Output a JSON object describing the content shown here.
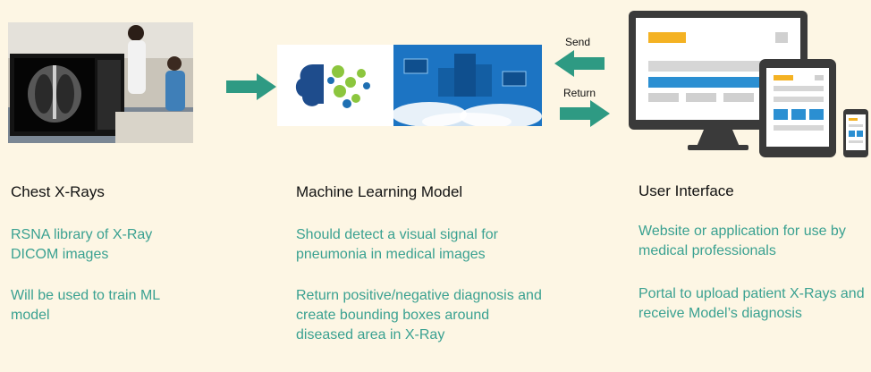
{
  "columns": {
    "xray": {
      "title": "Chest X-Rays",
      "desc1": "RSNA library of X-Ray DICOM images",
      "desc2": "Will be used to train ML model"
    },
    "ml": {
      "title": "Machine Learning Model",
      "desc1": "Should detect a visual signal for pneumonia in medical images",
      "desc2": "Return positive/negative diagnosis and create bounding boxes around diseased area in X-Ray"
    },
    "ui": {
      "title": "User Interface",
      "desc1": "Website or application for use by medical professionals",
      "desc2": "Portal to upload patient X-Rays and receive Model’s diagnosis"
    }
  },
  "arrows": {
    "send_label": "Send",
    "return_label": "Return"
  },
  "colors": {
    "accent": "#3aa191",
    "arrow": "#2e9a83",
    "background": "#fdf6e4",
    "device": "#3a3a3a",
    "ui_orange": "#f4b223",
    "ui_blue": "#2b8fd2"
  }
}
